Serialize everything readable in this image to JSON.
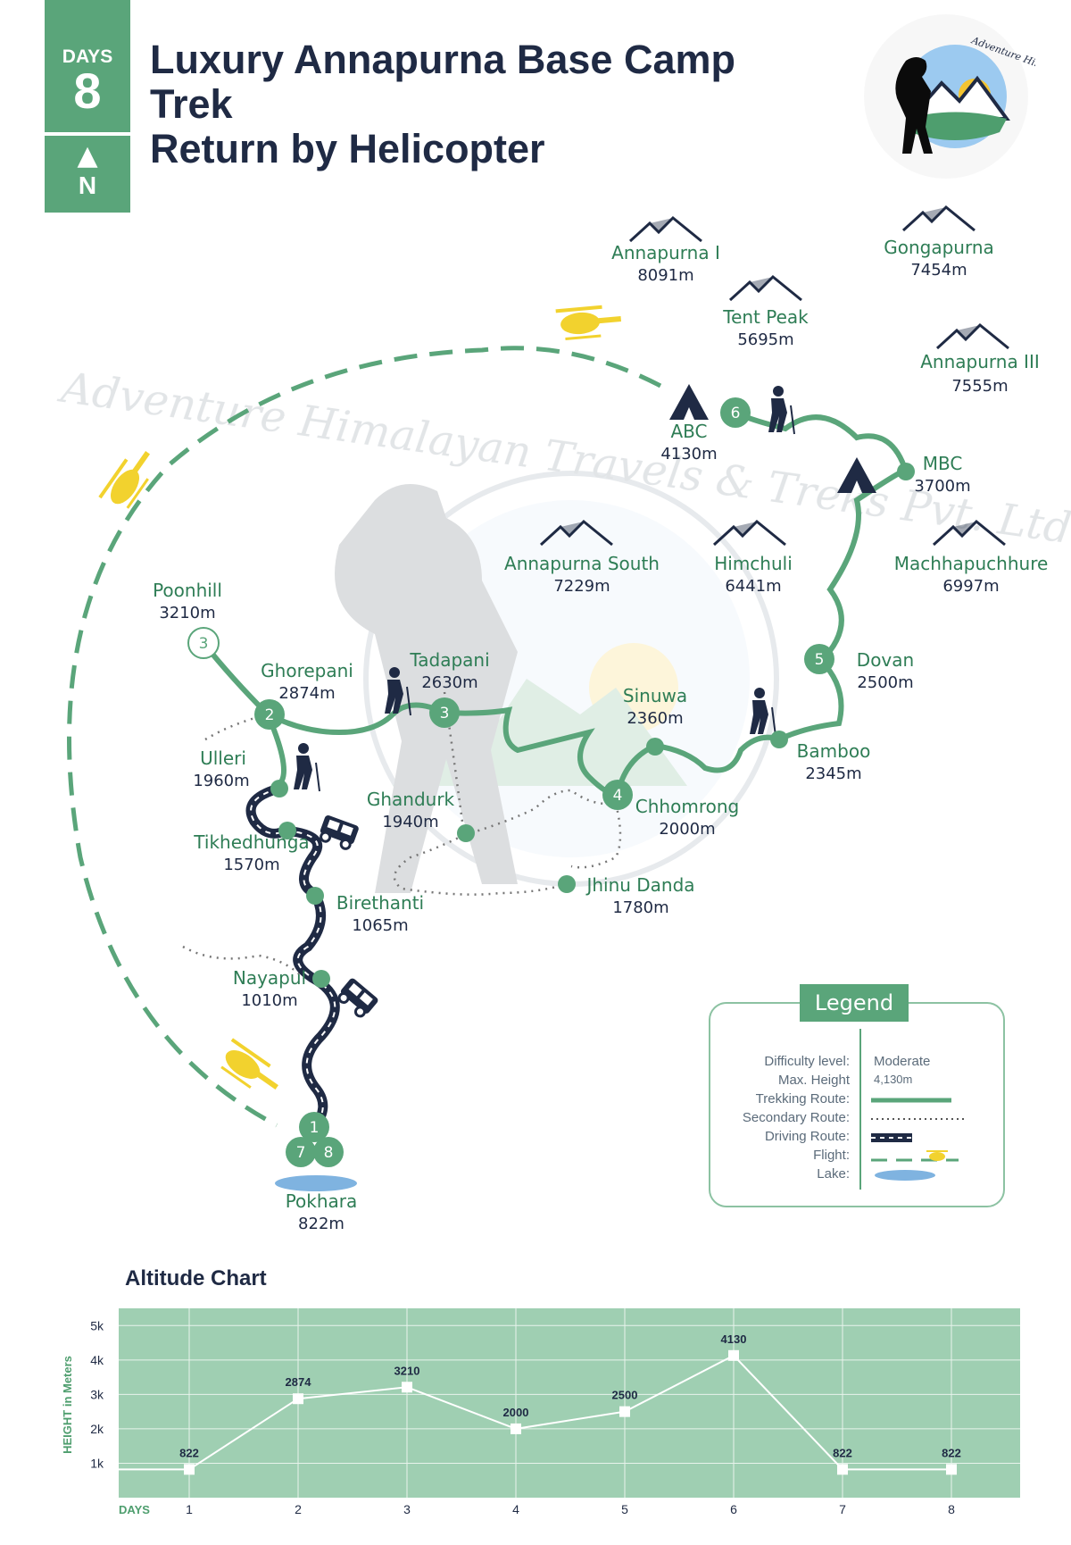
{
  "header": {
    "days_label": "DAYS",
    "days_value": "8",
    "north_label": "N",
    "title_line1": "Luxury Annapurna Base Camp Trek",
    "title_line2": "Return by Helicopter"
  },
  "logo": {
    "text": "Adventure Himalayan Travels & Treks Pvt. Ltd."
  },
  "watermark": "Adventure Himalayan Travels & Treks Pvt. Ltd.",
  "places": {
    "poonhill": {
      "name": "Poonhill",
      "alt": "3210m",
      "day": "3"
    },
    "ghorepani": {
      "name": "Ghorepani",
      "alt": "2874m",
      "day": "2"
    },
    "tadapani": {
      "name": "Tadapani",
      "alt": "2630m",
      "day": "3"
    },
    "ulleri": {
      "name": "Ulleri",
      "alt": "1960m"
    },
    "ghandurk": {
      "name": "Ghandurk",
      "alt": "1940m"
    },
    "tikhedhunga": {
      "name": "Tikhedhunga",
      "alt": "1570m"
    },
    "birethanti": {
      "name": "Birethanti",
      "alt": "1065m"
    },
    "nayapul": {
      "name": "Nayapul",
      "alt": "1010m"
    },
    "pokhara": {
      "name": "Pokhara",
      "alt": "822m",
      "day_a": "1",
      "day_b": "7",
      "day_c": "8"
    },
    "sinuwa": {
      "name": "Sinuwa",
      "alt": "2360m"
    },
    "chhomrong": {
      "name": "Chhomrong",
      "alt": "2000m",
      "day": "4"
    },
    "jhinu_danda": {
      "name": "Jhinu Danda",
      "alt": "1780m"
    },
    "bamboo": {
      "name": "Bamboo",
      "alt": "2345m"
    },
    "dovan": {
      "name": "Dovan",
      "alt": "2500m",
      "day": "5"
    },
    "mbc": {
      "name": "MBC",
      "alt": "3700m"
    },
    "abc": {
      "name": "ABC",
      "alt": "4130m",
      "day": "6"
    }
  },
  "mountains": {
    "annapurna_i": {
      "name": "Annapurna I",
      "alt": "8091m"
    },
    "tent_peak": {
      "name": "Tent Peak",
      "alt": "5695m"
    },
    "gongapurna": {
      "name": "Gongapurna",
      "alt": "7454m"
    },
    "annapurna_iii": {
      "name": "Annapurna III",
      "alt": "7555m"
    },
    "annapurna_south": {
      "name": "Annapurna South",
      "alt": "7229m"
    },
    "himchuli": {
      "name": "Himchuli",
      "alt": "6441m"
    },
    "machhapuchhre": {
      "name": "Machhapuchhure",
      "alt": "6997m"
    }
  },
  "legend": {
    "title": "Legend",
    "difficulty_label": "Difficulty level:",
    "difficulty_value": "Moderate",
    "max_height_label": "Max. Height",
    "max_height_value": "4,130m",
    "trekking_label": "Trekking Route:",
    "secondary_label": "Secondary Route:",
    "driving_label": "Driving Route:",
    "flight_label": "Flight:",
    "lake_label": "Lake:"
  },
  "colors": {
    "trek_green": "#5aa57a",
    "navy": "#1f2a44",
    "helicopter_yellow": "#f2d22e",
    "lake_blue": "#7fb3e0",
    "chart_bg": "#9fcfb2"
  },
  "chart_title": "Altitude Chart",
  "chart_data": {
    "type": "line",
    "title": "Altitude Chart",
    "xlabel": "DAYS",
    "ylabel": "HEIGHT in Meters",
    "x": [
      1,
      2,
      3,
      4,
      5,
      6,
      7,
      8
    ],
    "values": [
      822,
      2874,
      3210,
      2000,
      2500,
      4130,
      822,
      822
    ],
    "y_ticks": [
      "1k",
      "2k",
      "3k",
      "4k",
      "5k"
    ],
    "ylim": [
      0,
      5500
    ],
    "grid": true
  }
}
